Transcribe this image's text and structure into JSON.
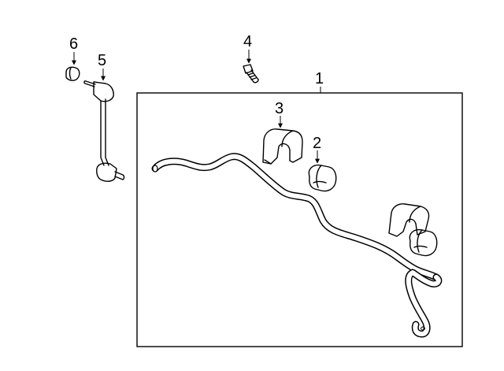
{
  "callouts": {
    "c1": "1",
    "c2": "2",
    "c3": "3",
    "c4": "4",
    "c5": "5",
    "c6": "6"
  },
  "colors": {
    "line": "#000000",
    "background": "#ffffff"
  },
  "parts": [
    {
      "callout": "1",
      "part": "stabilizer-bar"
    },
    {
      "callout": "2",
      "part": "stabilizer-bushing"
    },
    {
      "callout": "3",
      "part": "bushing-bracket"
    },
    {
      "callout": "4",
      "part": "bolt"
    },
    {
      "callout": "5",
      "part": "stabilizer-link"
    },
    {
      "callout": "6",
      "part": "link-cap"
    }
  ]
}
